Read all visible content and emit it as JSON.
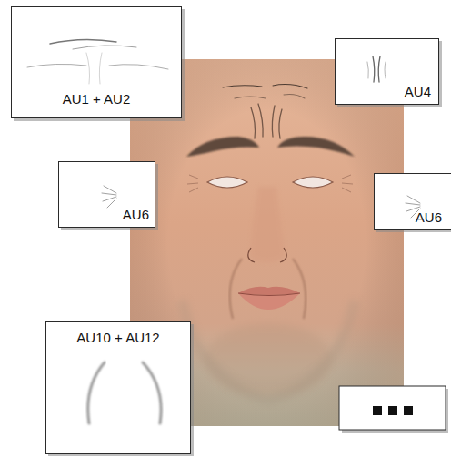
{
  "diagram": {
    "nodes": [
      {
        "text": [
          "AU1 + AU2"
        ]
      },
      {
        "text": [
          "AU4"
        ]
      },
      {
        "text": [
          "AU6"
        ]
      },
      {
        "text": [
          "AU6"
        ]
      },
      {
        "text": [
          "AU10 + AU12"
        ]
      }
    ]
  }
}
